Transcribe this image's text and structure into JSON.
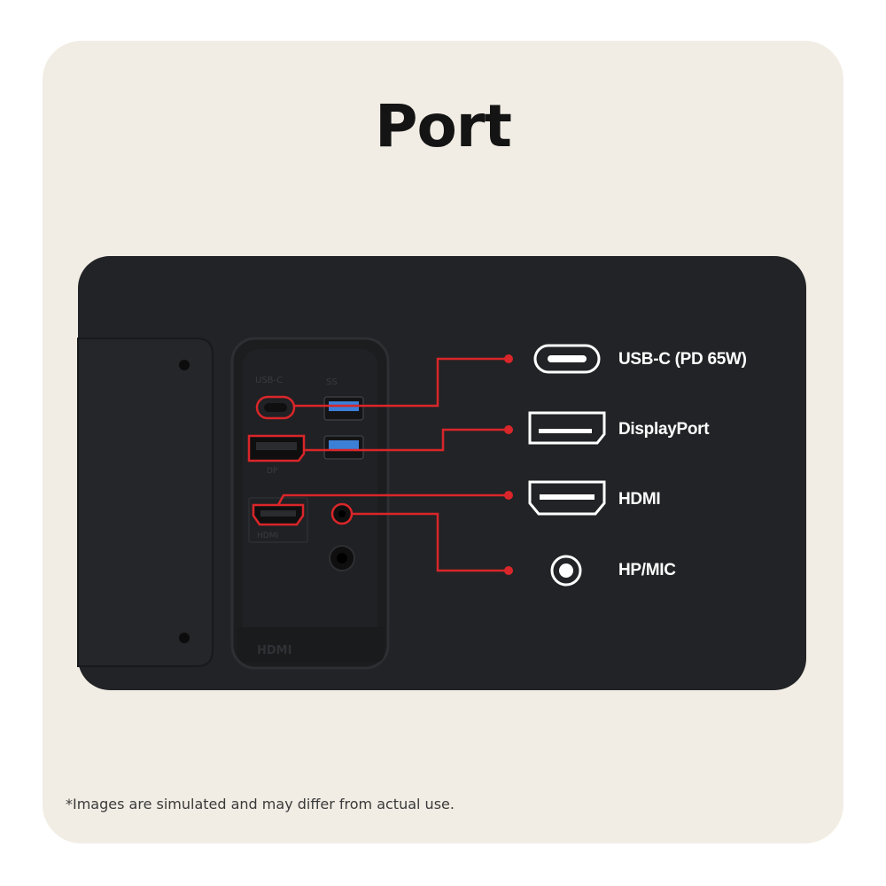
{
  "title": "Port",
  "ports": [
    {
      "label": "USB-C (PD 65W)",
      "icon": "usb-c-icon"
    },
    {
      "label": "DisplayPort",
      "icon": "displayport-icon"
    },
    {
      "label": "HDMI",
      "icon": "hdmi-icon"
    },
    {
      "label": "HP/MIC",
      "icon": "headphone-jack-icon"
    }
  ],
  "disclaimer": "*Images are simulated and may differ from actual use.",
  "colors": {
    "background": "#f1ede4",
    "panel": "#222326",
    "accent": "#d9262a",
    "text": "#141414"
  }
}
